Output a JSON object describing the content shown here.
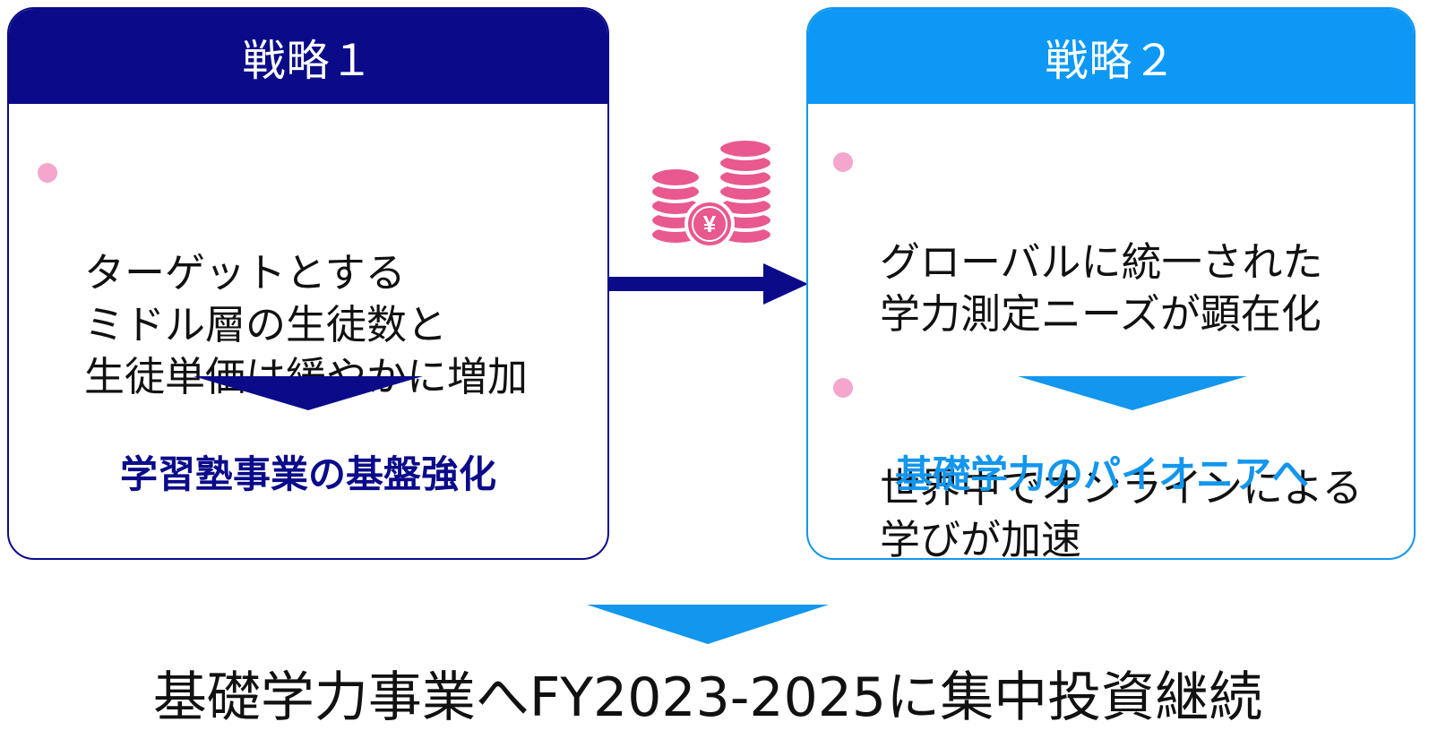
{
  "strategy1": {
    "title": "戦略１",
    "bullets": [
      "ターゲットとする\nミドル層の生徒数と\n生徒単価は緩やかに増加"
    ],
    "conclusion": "学習塾事業の基盤強化"
  },
  "strategy2": {
    "title": "戦略２",
    "bullets": [
      "グローバルに統一された\n学力測定ニーズが顕在化",
      "世界中でオンラインによる\n学びが加速"
    ],
    "conclusion": "基礎学力のパイオニアへ"
  },
  "coin_symbol": "¥",
  "summary": "基礎学力事業へFY2023-2025に集中投資継続",
  "colors": {
    "navy": "#0b0b8a",
    "blue": "#1296ee",
    "pink_bullet": "#f4a6cc",
    "coin": "#e9588f"
  },
  "icons": {
    "coins": "yen-coin-stack-icon",
    "arrow": "right-arrow-icon"
  }
}
